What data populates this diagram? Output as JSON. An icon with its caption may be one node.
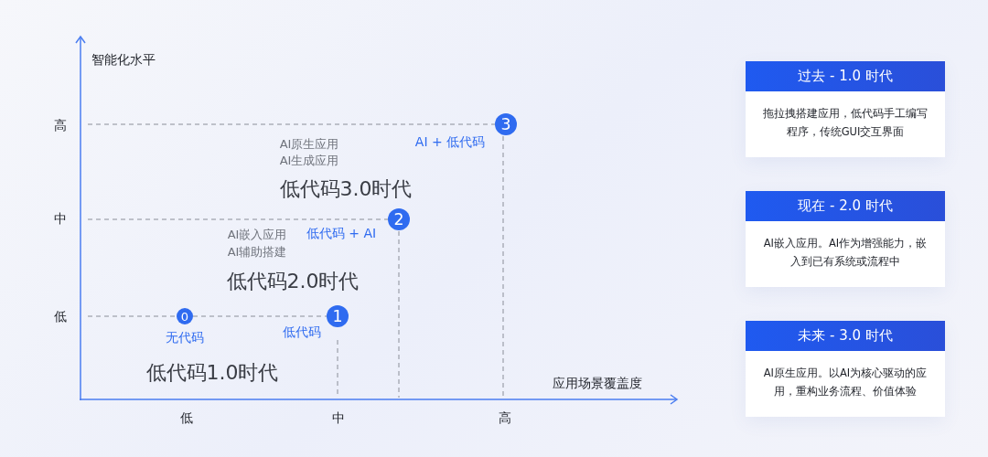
{
  "diagram": {
    "nodes": [
      {
        "text": [
          "0"
        ],
        "beside": [
          "无代码"
        ]
      },
      {
        "text": [
          "1"
        ],
        "beside": [
          "低代码"
        ]
      },
      {
        "text": [
          "2"
        ],
        "beside": [
          "低代码 + AI"
        ]
      },
      {
        "text": [
          "3"
        ],
        "beside": [
          "AI + 低代码"
        ]
      },
      {
        "text": [
          "过去 - 1.0 时代",
          "拖拉拽搭建应用，低代码手工编写程序，传统GUI交互界面"
        ]
      },
      {
        "text": [
          "现在 - 2.0 时代",
          "AI嵌入应用。AI作为增强能力，嵌入到已有系统或流程中"
        ]
      },
      {
        "text": [
          "未来 - 3.0 时代",
          "AI原生应用。以AI为核心驱动的应用，重构业务流程、价值体验"
        ]
      }
    ],
    "edges": [
      {
        "from": 0,
        "to": 1,
        "arrow": "none",
        "style": "dashed"
      }
    ],
    "labels": [
      "智能化水平",
      "高",
      "中",
      "低",
      "AI原生应用",
      "AI生成应用",
      "低代码3.0时代",
      "AI嵌入应用",
      "AI辅助搭建",
      "低代码2.0时代",
      "低代码1.0时代",
      "应用场景覆盖度",
      "低",
      "中",
      "高"
    ]
  }
}
